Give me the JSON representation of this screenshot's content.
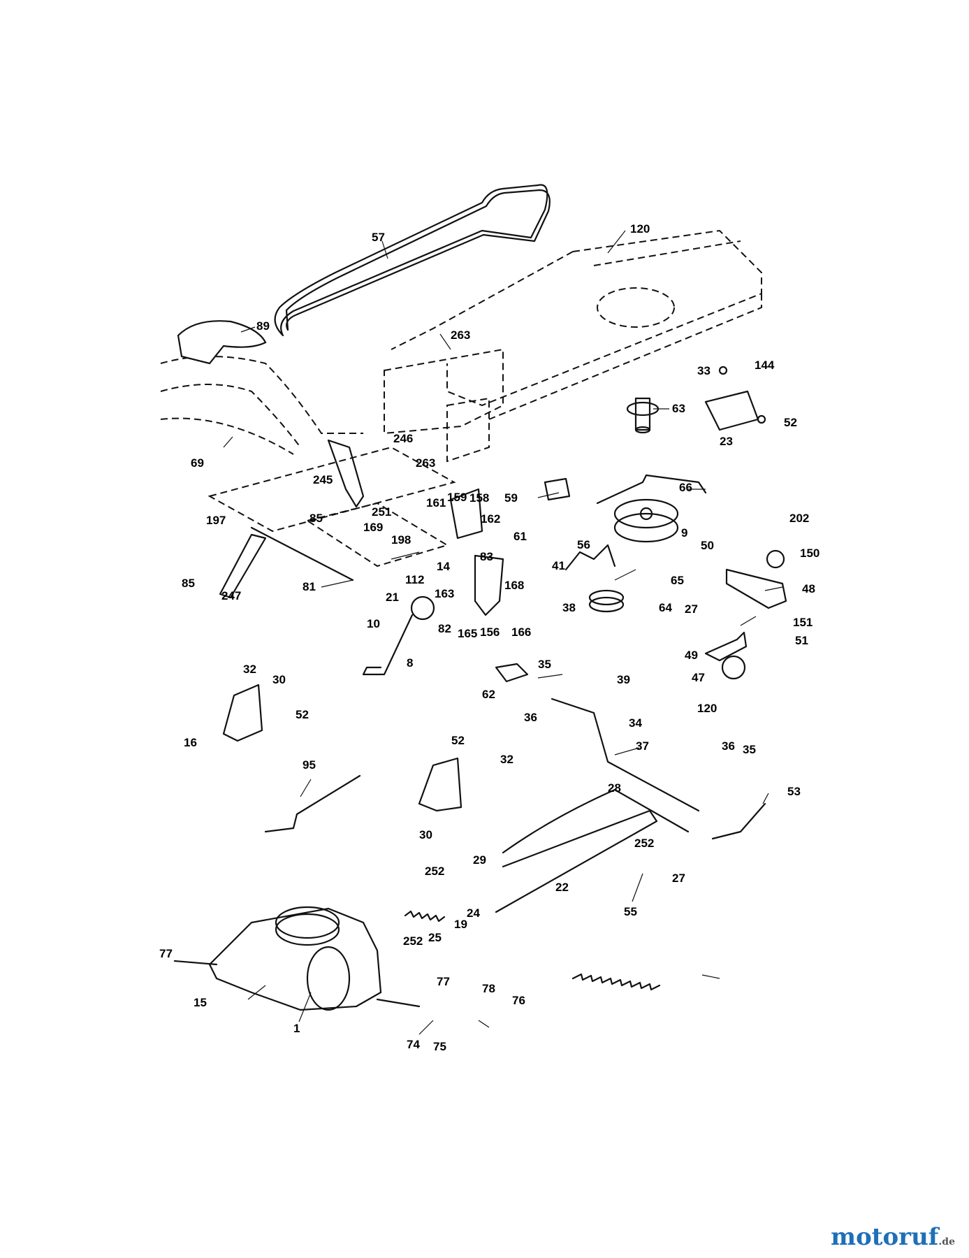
{
  "callouts": [
    {
      "label": "57"
    },
    {
      "label": "120"
    },
    {
      "label": "89"
    },
    {
      "label": "263"
    },
    {
      "label": "33"
    },
    {
      "label": "144"
    },
    {
      "label": "63"
    },
    {
      "label": "52"
    },
    {
      "label": "23"
    },
    {
      "label": "69"
    },
    {
      "label": "246"
    },
    {
      "label": "263"
    },
    {
      "label": "245"
    },
    {
      "label": "66"
    },
    {
      "label": "59"
    },
    {
      "label": "251"
    },
    {
      "label": "197"
    },
    {
      "label": "85"
    },
    {
      "label": "169"
    },
    {
      "label": "161"
    },
    {
      "label": "159"
    },
    {
      "label": "158"
    },
    {
      "label": "162"
    },
    {
      "label": "198"
    },
    {
      "label": "61"
    },
    {
      "label": "9"
    },
    {
      "label": "202"
    },
    {
      "label": "56"
    },
    {
      "label": "50"
    },
    {
      "label": "150"
    },
    {
      "label": "83"
    },
    {
      "label": "41"
    },
    {
      "label": "85"
    },
    {
      "label": "247"
    },
    {
      "label": "81"
    },
    {
      "label": "112"
    },
    {
      "label": "14"
    },
    {
      "label": "163"
    },
    {
      "label": "168"
    },
    {
      "label": "65"
    },
    {
      "label": "48"
    },
    {
      "label": "21"
    },
    {
      "label": "82"
    },
    {
      "label": "165"
    },
    {
      "label": "156"
    },
    {
      "label": "166"
    },
    {
      "label": "38"
    },
    {
      "label": "64"
    },
    {
      "label": "27"
    },
    {
      "label": "151"
    },
    {
      "label": "10"
    },
    {
      "label": "51"
    },
    {
      "label": "8"
    },
    {
      "label": "49"
    },
    {
      "label": "35"
    },
    {
      "label": "39"
    },
    {
      "label": "47"
    },
    {
      "label": "32"
    },
    {
      "label": "30"
    },
    {
      "label": "62"
    },
    {
      "label": "36"
    },
    {
      "label": "120"
    },
    {
      "label": "52"
    },
    {
      "label": "34"
    },
    {
      "label": "16"
    },
    {
      "label": "37"
    },
    {
      "label": "95"
    },
    {
      "label": "52"
    },
    {
      "label": "32"
    },
    {
      "label": "36"
    },
    {
      "label": "35"
    },
    {
      "label": "28"
    },
    {
      "label": "53"
    },
    {
      "label": "30"
    },
    {
      "label": "252"
    },
    {
      "label": "29"
    },
    {
      "label": "27"
    },
    {
      "label": "252"
    },
    {
      "label": "22"
    },
    {
      "label": "24"
    },
    {
      "label": "19"
    },
    {
      "label": "55"
    },
    {
      "label": "252"
    },
    {
      "label": "25"
    },
    {
      "label": "77"
    },
    {
      "label": "77"
    },
    {
      "label": "78"
    },
    {
      "label": "15"
    },
    {
      "label": "76"
    },
    {
      "label": "1"
    },
    {
      "label": "74"
    },
    {
      "label": "75"
    }
  ],
  "watermark": {
    "main": "motoruf",
    "tld": ".de"
  }
}
